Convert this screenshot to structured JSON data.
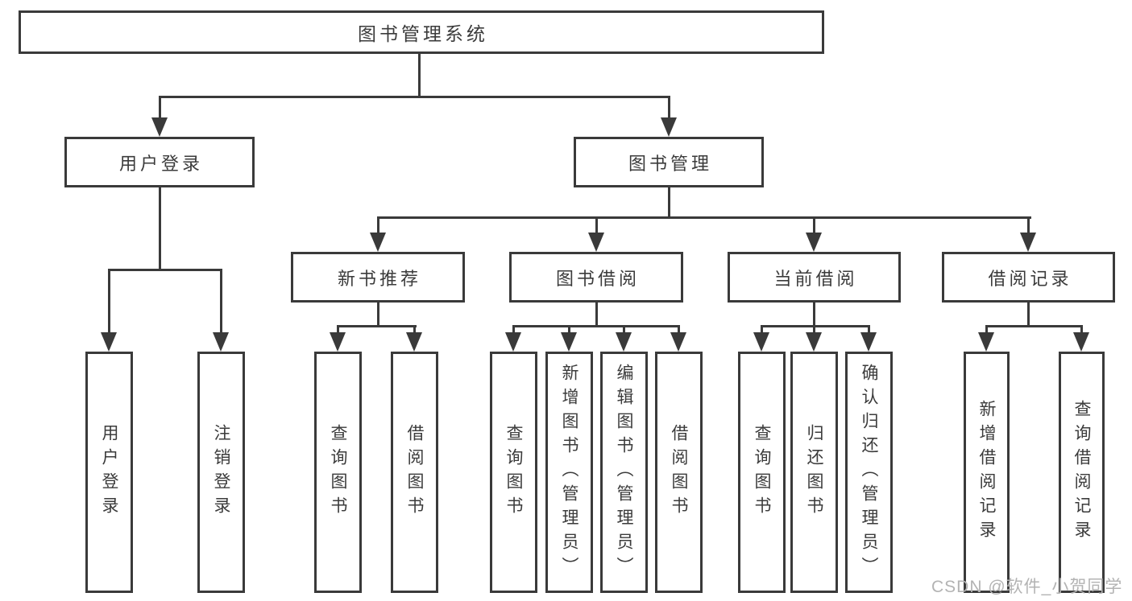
{
  "colors": {
    "line": "#3a3a3a",
    "text": "#3b3b3b",
    "watermark": "#b3b3b3",
    "background": "#ffffff"
  },
  "diagram": {
    "root": {
      "label": "图书管理系统"
    },
    "branches": [
      {
        "label": "用户登录",
        "children": [
          {
            "label": "用户登录"
          },
          {
            "label": "注销登录"
          }
        ]
      },
      {
        "label": "图书管理",
        "children": [
          {
            "label": "新书推荐",
            "children": [
              {
                "label": "查询图书"
              },
              {
                "label": "借阅图书"
              }
            ]
          },
          {
            "label": "图书借阅",
            "children": [
              {
                "label": "查询图书"
              },
              {
                "label": "新增图书（管理员）"
              },
              {
                "label": "编辑图书（管理员）"
              },
              {
                "label": "借阅图书"
              }
            ]
          },
          {
            "label": "当前借阅",
            "children": [
              {
                "label": "查询图书"
              },
              {
                "label": "归还图书"
              },
              {
                "label": "确认归还（管理员）"
              }
            ]
          },
          {
            "label": "借阅记录",
            "children": [
              {
                "label": "新增借阅记录"
              },
              {
                "label": "查询借阅记录"
              }
            ]
          }
        ]
      }
    ],
    "watermark": "CSDN @软件_小贺同学"
  }
}
